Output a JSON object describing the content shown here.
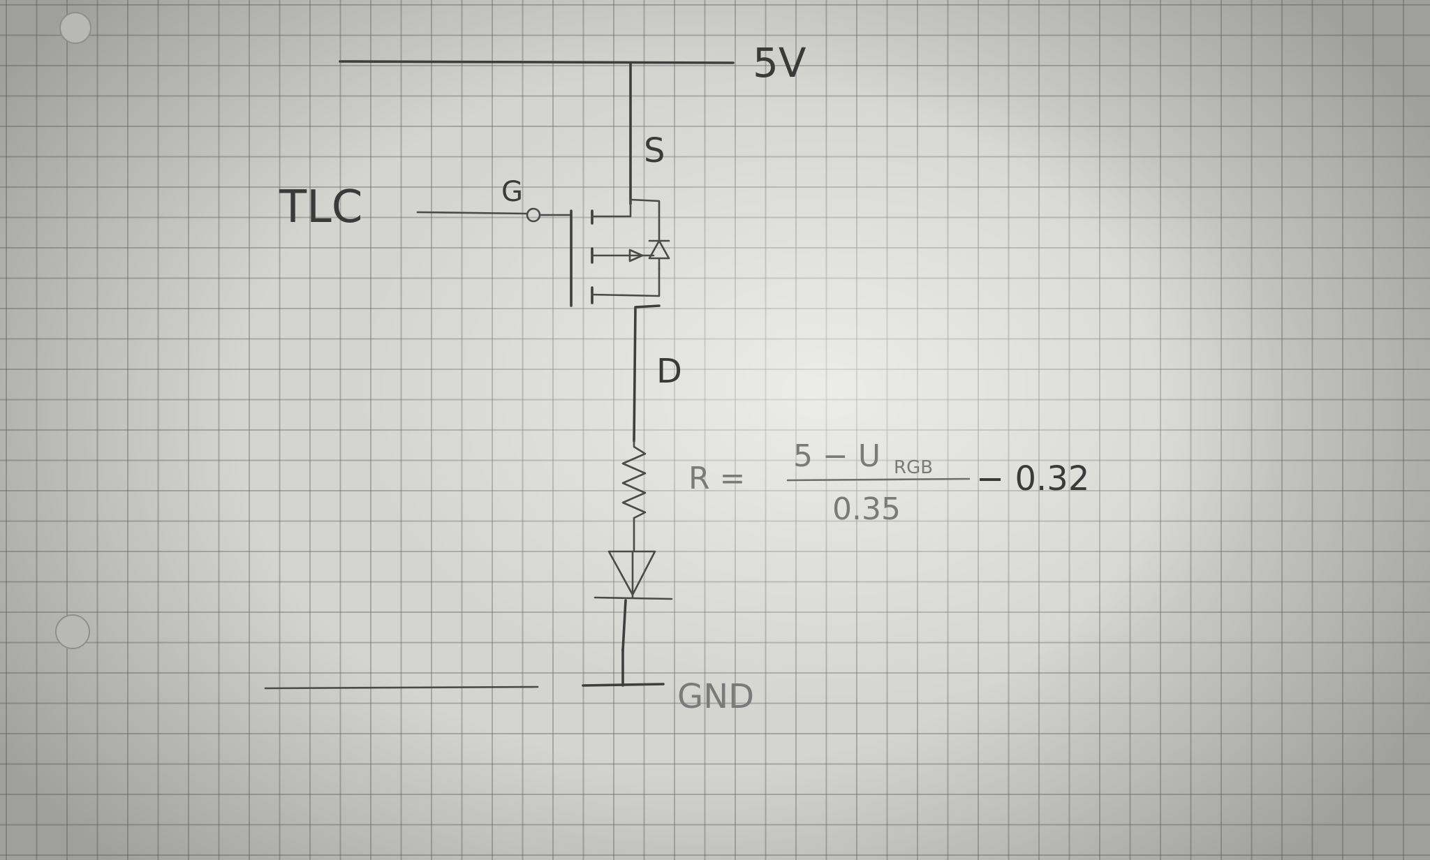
{
  "labels": {
    "supply": "5V",
    "source": "S",
    "gate": "G",
    "input": "TLC",
    "drain": "D",
    "ground": "GND",
    "resistor": "R ="
  },
  "formula": {
    "numerator_lead": "5 − U",
    "numerator_subscript": "RGB",
    "denominator": "0.35",
    "suffix": "− 0.32"
  }
}
